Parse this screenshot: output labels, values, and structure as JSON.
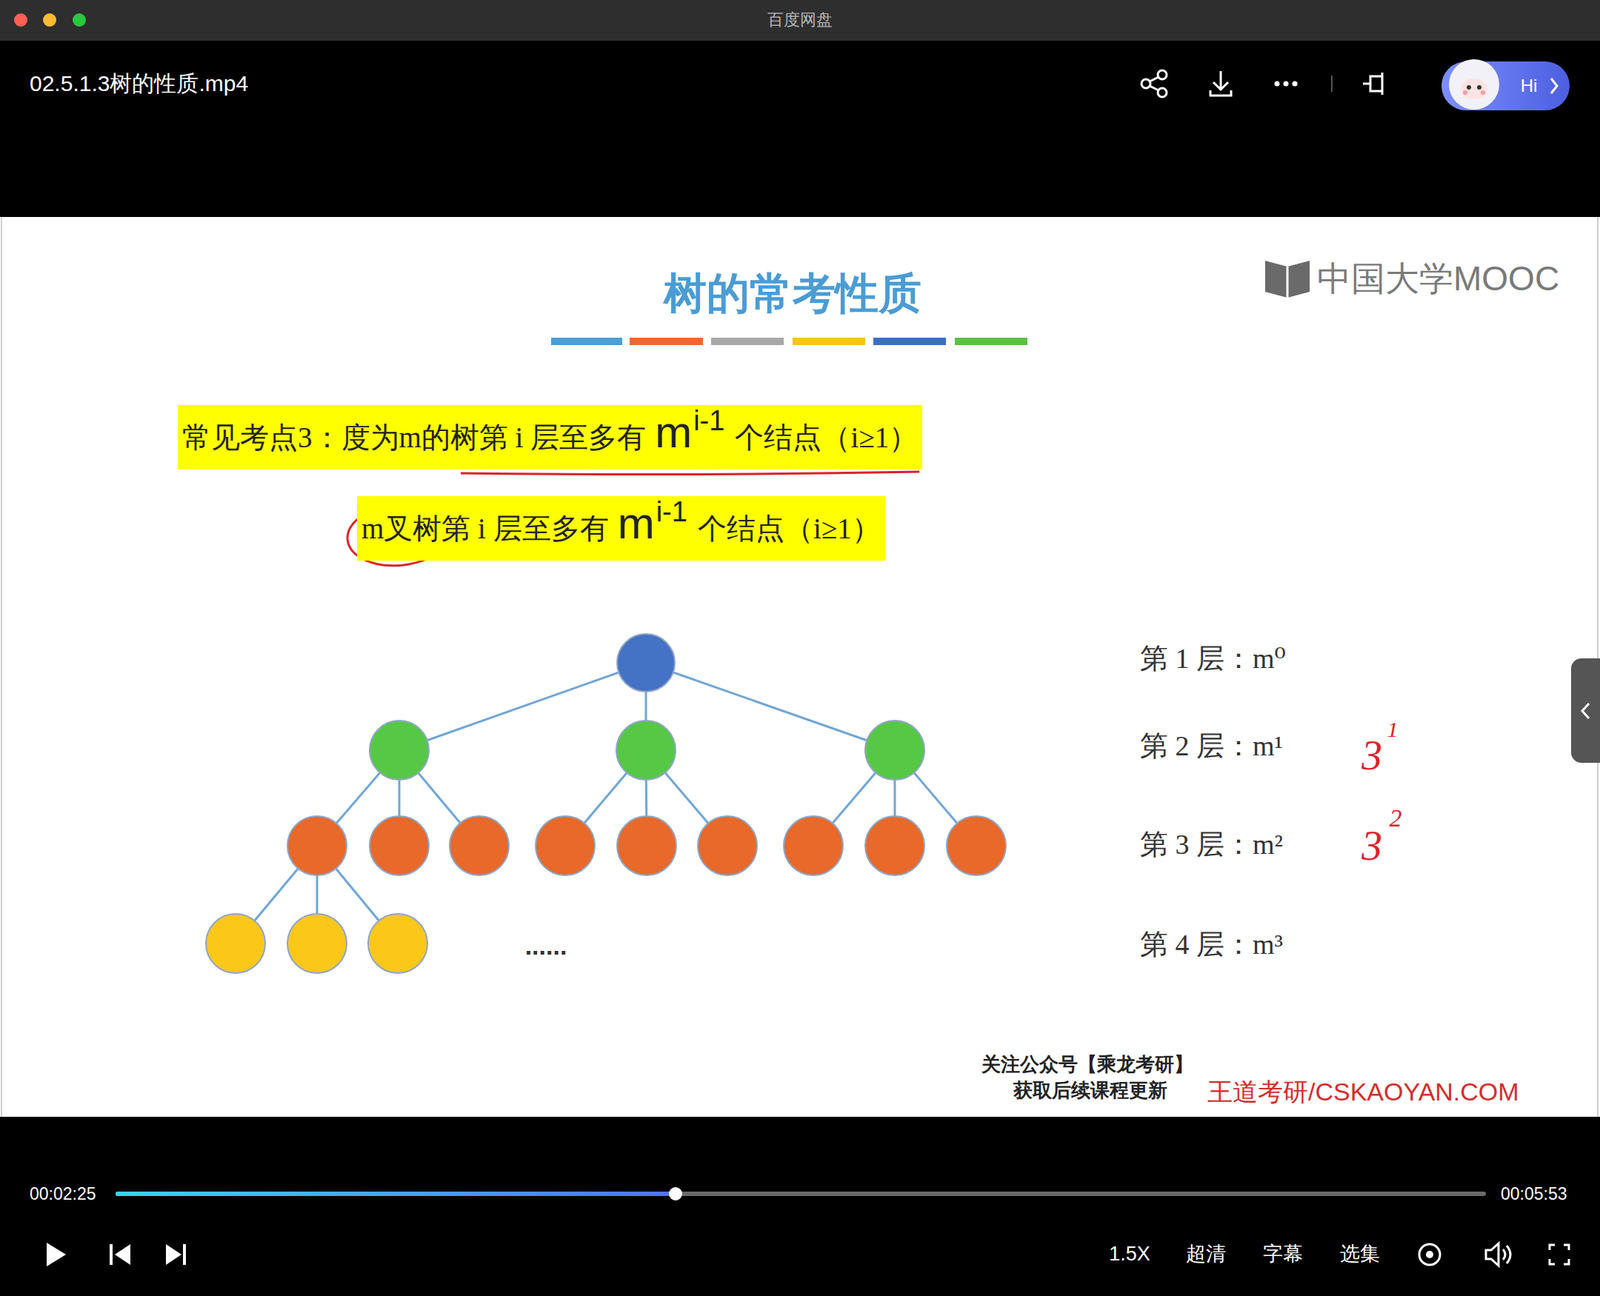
{
  "diagram": {
    "title": "树的常考性质",
    "nodes": [
      {
        "text": [
          "常见考点3：度为m的树第 i 层至多有",
          "m",
          "i-1",
          "个结点（i≥1）"
        ]
      },
      {
        "text": [
          "m叉树第 i 层至多有",
          "m",
          "i-1",
          "个结点（i≥1）"
        ]
      }
    ],
    "labels": [
      "百度网盘",
      "02.5.1.3树的性质.mp4",
      "Hi",
      "中国大学MOOC",
      "......",
      "第 1 层：m⁰",
      "第 2 层：m¹",
      "第 3 层：m²",
      "第 4 层：m³",
      "3",
      "1",
      "3",
      "2",
      "关注公众号【乘龙考研】",
      "获取后续课程更新",
      "王道考研/CSKAOYAN.COM",
      "00:02:25",
      "00:05:53",
      "1.5X",
      "超清",
      "字幕",
      "选集"
    ]
  }
}
